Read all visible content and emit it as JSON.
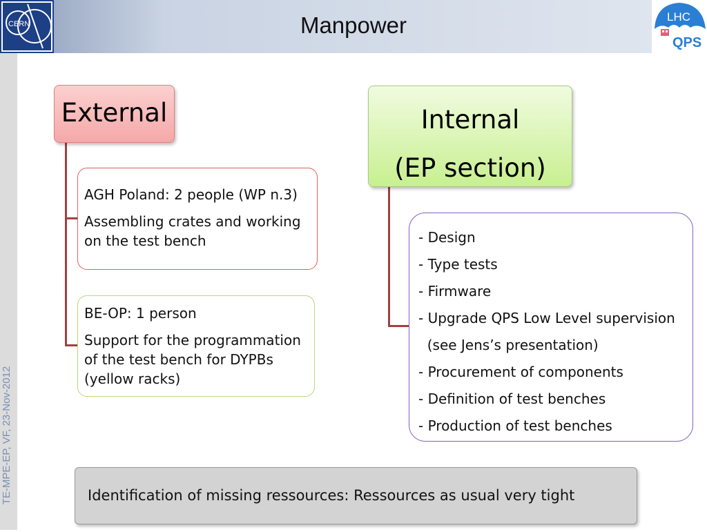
{
  "header": {
    "title": "Manpower",
    "cern_logo_text": "CERN",
    "lhc_logo_top": "LHC",
    "lhc_logo_bottom": "QPS"
  },
  "side_label": "TE-MPE-EP, VF, 23-Nov-2012",
  "external": {
    "title": "External",
    "groups": [
      {
        "line1": "AGH Poland: 2 people (WP n.3)",
        "line2": "Assembling crates and working on the test bench"
      },
      {
        "line1": "BE-OP: 1 person",
        "line2": "Support for the programmation of the test bench for DYPBs (yellow racks)"
      }
    ]
  },
  "internal": {
    "title_line1": "Internal",
    "title_line2": "(EP section)",
    "items": [
      "- Design",
      "- Type tests",
      "- Firmware",
      "- Upgrade QPS Low Level supervision",
      "  (see Jens’s presentation)",
      "- Procurement of components",
      "- Definition of test benches",
      "- Production of test benches"
    ]
  },
  "note": "Identification of missing ressources: Ressources as usual very tight",
  "colors": {
    "external_accent": "#f5a8a8",
    "internal_accent": "#c8f090",
    "connector": "#a04040",
    "cern_blue": "#1d3f86"
  }
}
